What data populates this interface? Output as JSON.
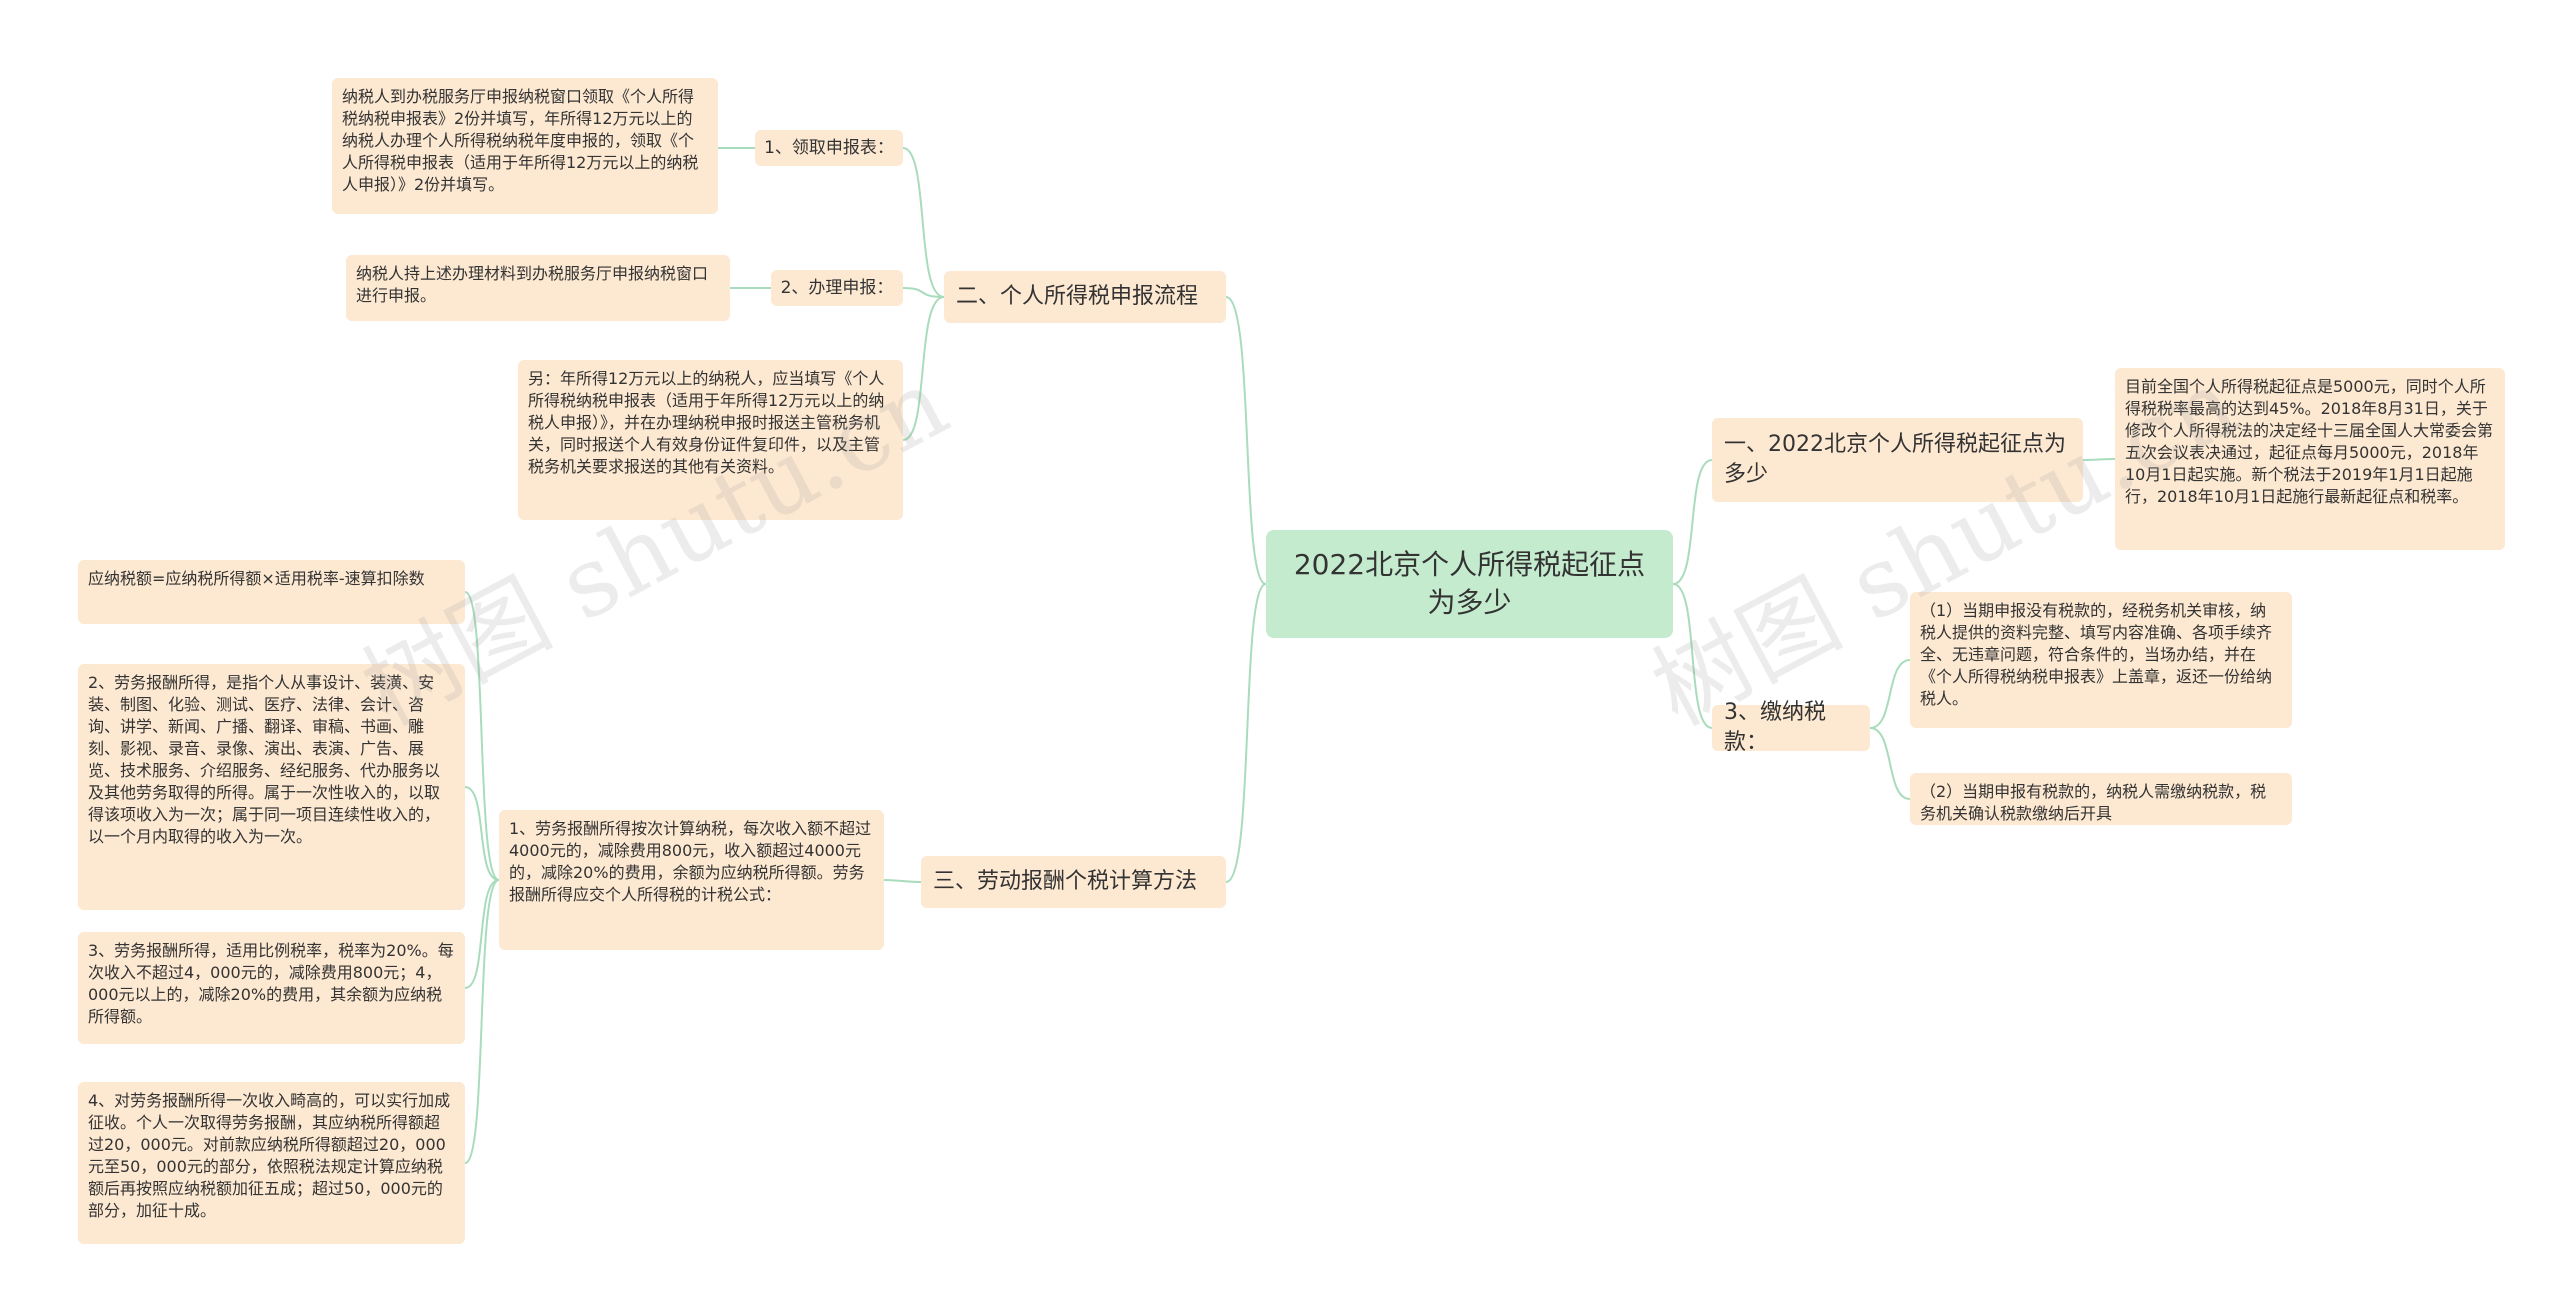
{
  "root": "2022北京个人所得税起征点为多少",
  "watermark": "树图 shutu.cn",
  "right": {
    "b1": {
      "label": "一、2022北京个人所得税起征点为多少",
      "text": "目前全国个人所得税起征点是5000元，同时个人所得税税率最高的达到45%。2018年8月31日，关于修改个人所得税法的决定经十三届全国人大常委会第五次会议表决通过，起征点每月5000元，2018年10月1日起实施。新个税法于2019年1月1日起施行，2018年10月1日起施行最新起征点和税率。"
    },
    "b3": {
      "label": "3、缴纳税款：",
      "items": [
        "（1）当期申报没有税款的，经税务机关审核，纳税人提供的资料完整、填写内容准确、各项手续齐全、无违章问题，符合条件的，当场办结，并在《个人所得税纳税申报表》上盖章，返还一份给纳税人。",
        "（2）当期申报有税款的，纳税人需缴纳税款，税务机关确认税款缴纳后开具"
      ]
    }
  },
  "left": {
    "b2": {
      "label": "二、个人所得税申报流程",
      "step1": {
        "label": "1、领取申报表：",
        "text": "纳税人到办税服务厅申报纳税窗口领取《个人所得税纳税申报表》2份并填写，年所得12万元以上的纳税人办理个人所得税纳税年度申报的，领取《个人所得税申报表（适用于年所得12万元以上的纳税人申报）》2份并填写。"
      },
      "step2": {
        "label": "2、办理申报：",
        "text": "纳税人持上述办理材料到办税服务厅申报纳税窗口进行申报。"
      },
      "note": "另：年所得12万元以上的纳税人，应当填写《个人所得税纳税申报表（适用于年所得12万元以上的纳税人申报）》，并在办理纳税申报时报送主管税务机关，同时报送个人有效身份证件复印件，以及主管税务机关要求报送的其他有关资料。"
    },
    "b4": {
      "label": "三、劳动报酬个税计算方法",
      "mid": "1、劳务报酬所得按次计算纳税，每次收入额不超过4000元的，减除费用800元，收入额超过4000元的，减除20%的费用，余额为应纳税所得额。劳务报酬所得应交个人所得税的计税公式：",
      "leaves": [
        "应纳税额=应纳税所得额×适用税率-速算扣除数",
        "2、劳务报酬所得，是指个人从事设计、装潢、安装、制图、化验、测试、医疗、法律、会计、咨询、讲学、新闻、广播、翻译、审稿、书画、雕刻、影视、录音、录像、演出、表演、广告、展览、技术服务、介绍服务、经纪服务、代办服务以及其他劳务取得的所得。属于一次性收入的，以取得该项收入为一次；属于同一项目连续性收入的，以一个月内取得的收入为一次。",
        "3、劳务报酬所得，适用比例税率，税率为20%。每次收入不超过4，000元的，减除费用800元；4，000元以上的，减除20%的费用，其余额为应纳税所得额。",
        "4、对劳务报酬所得一次收入畸高的，可以实行加成征收。个人一次取得劳务报酬，其应纳税所得额超过20，000元。对前款应纳税所得额超过20，000元至50，000元的部分，依照税法规定计算应纳税额后再按照应纳税额加征五成；超过50，000元的部分，加征十成。"
      ]
    }
  }
}
